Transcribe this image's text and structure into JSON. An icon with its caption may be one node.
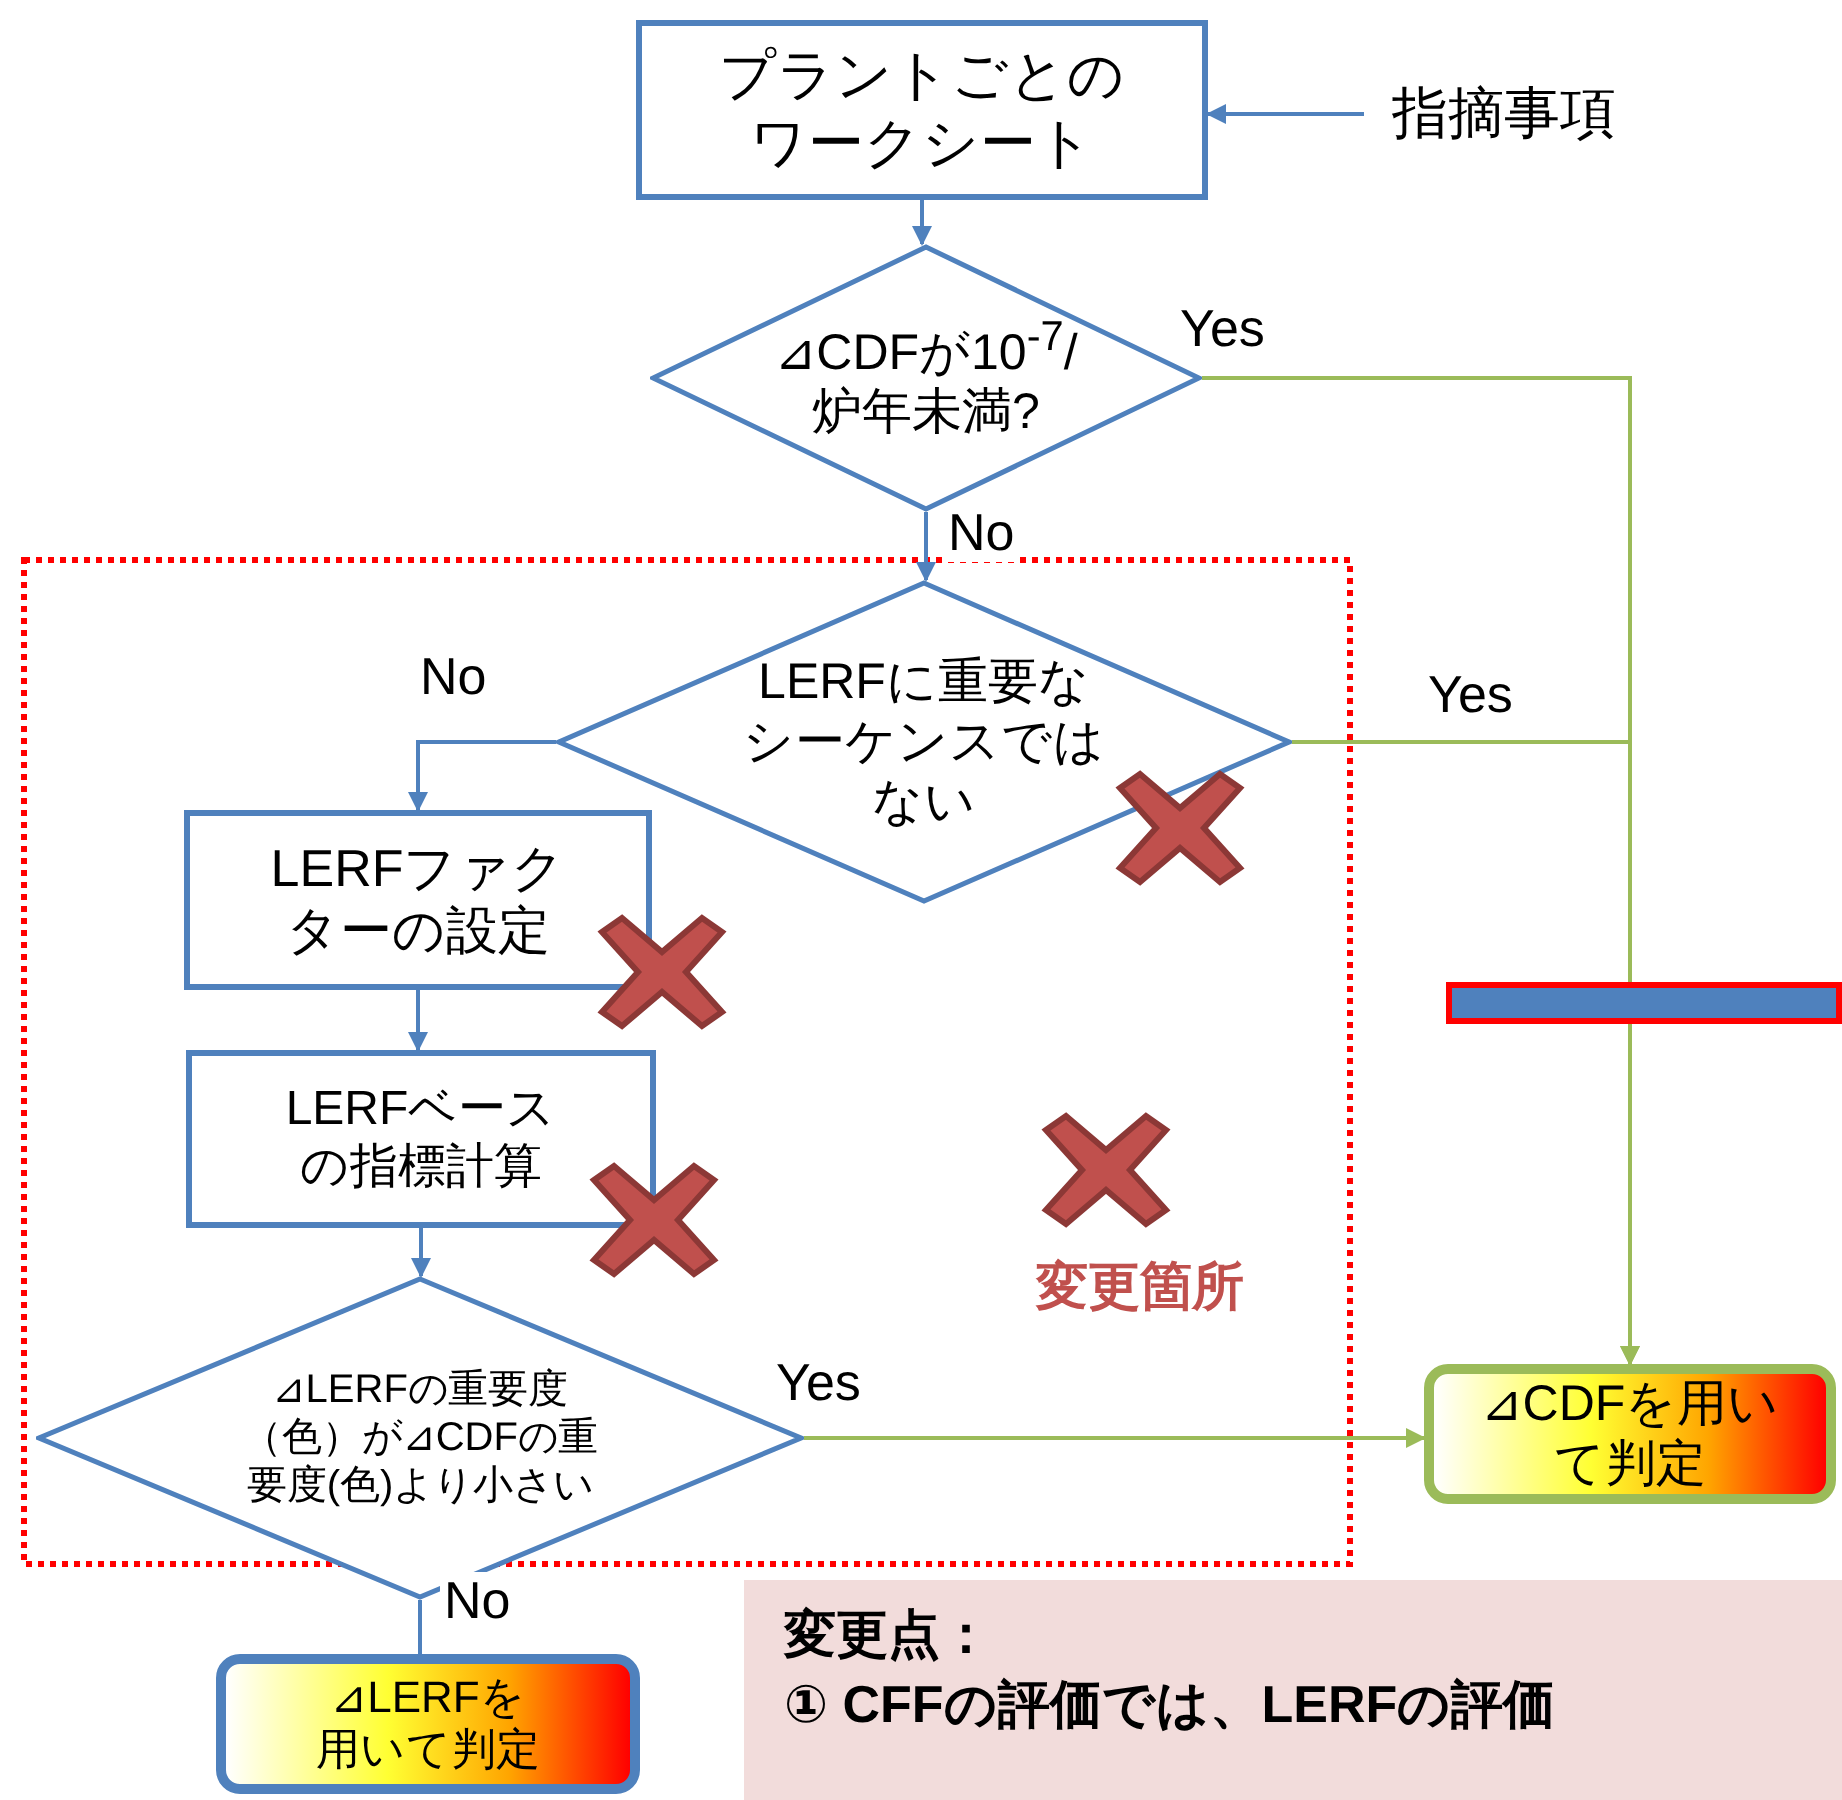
{
  "diagram": {
    "nodes": [
      {
        "text": [
          "プラントごとのワークシート"
        ]
      },
      {
        "text": [
          "指摘事項"
        ]
      },
      {
        "text": [
          "⊿CDFが10$^{-7}$/炉年未満?"
        ]
      },
      {
        "text": [
          "LERFに重要なシーケンスではない"
        ]
      },
      {
        "text": [
          "LERFファクターの設定"
        ]
      },
      {
        "text": [
          "LERFベースの指標計算"
        ]
      },
      {
        "text": [
          "⊿LERFの重要度（色）が⊿CDFの重要度(色)より小さい"
        ]
      },
      {
        "text": [
          "⊿CDFを用いて判定"
        ]
      },
      {
        "text": [
          "⊿LERFを用いて判定"
        ]
      },
      {
        "text": [
          "変更点：",
          "① CFFの評価では、LERFの評価"
        ]
      }
    ],
    "edges": [
      {
        "from": 1,
        "to": 0,
        "arrow": "to"
      },
      {
        "from": 0,
        "to": 2,
        "arrow": "to"
      },
      {
        "from": 2,
        "to": 3,
        "arrow": "to",
        "label": "No"
      },
      {
        "from": 2,
        "to": 7,
        "arrow": "to",
        "label": "Yes",
        "color": "#9bbb59"
      },
      {
        "from": 3,
        "to": 7,
        "arrow": "to",
        "label": "Yes",
        "color": "#9bbb59"
      },
      {
        "from": 3,
        "to": 4,
        "arrow": "to",
        "label": "No"
      },
      {
        "from": 4,
        "to": 5,
        "arrow": "to"
      },
      {
        "from": 5,
        "to": 6,
        "arrow": "to"
      },
      {
        "from": 6,
        "to": 7,
        "arrow": "to",
        "label": "Yes",
        "color": "#9bbb59"
      },
      {
        "from": 6,
        "to": 8,
        "arrow": "none",
        "label": "No"
      }
    ],
    "labels": [
      "変更箇所"
    ]
  }
}
